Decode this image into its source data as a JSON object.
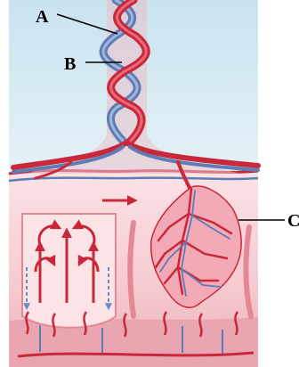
{
  "labels": {
    "a": "A",
    "b": "B",
    "c": "C"
  },
  "colors": {
    "artery": "#c8283a",
    "vein": "#5f7db5",
    "tissue": "#f2bcc4",
    "tissue_light": "#fbe1e4",
    "sky": "#d3e8f2",
    "gland": "#e58896"
  }
}
